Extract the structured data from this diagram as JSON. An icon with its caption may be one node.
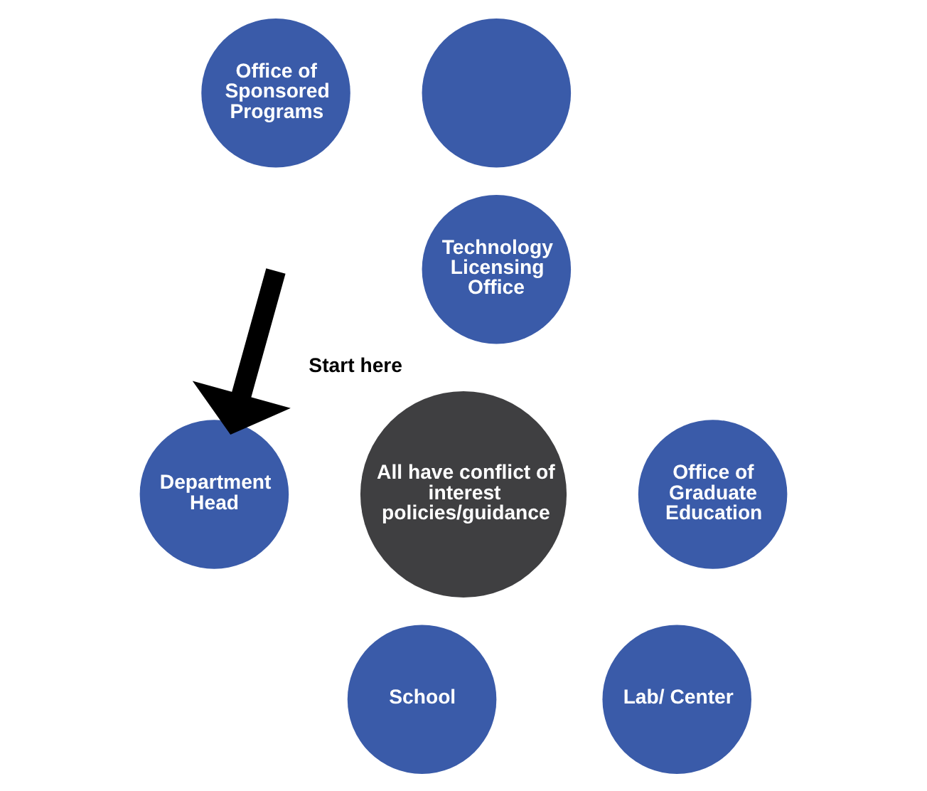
{
  "diagram": {
    "nodes": [
      {
        "text": [
          "Office of Sponsored Programs"
        ]
      },
      {
        "text": [],
        "shape": "circle"
      },
      {
        "text": [
          "Technology Licensing Office"
        ]
      },
      {
        "text": [
          "Department Head"
        ]
      },
      {
        "text": [
          "All have conflict of interest policies/guidance"
        ]
      },
      {
        "text": [
          "Office of Graduate Education"
        ]
      },
      {
        "text": [
          "School"
        ]
      },
      {
        "text": [
          "Lab/ Center"
        ]
      }
    ],
    "edges": [
      {
        "from": null,
        "to": 3,
        "arrow": "to",
        "label": "Start here"
      }
    ]
  }
}
